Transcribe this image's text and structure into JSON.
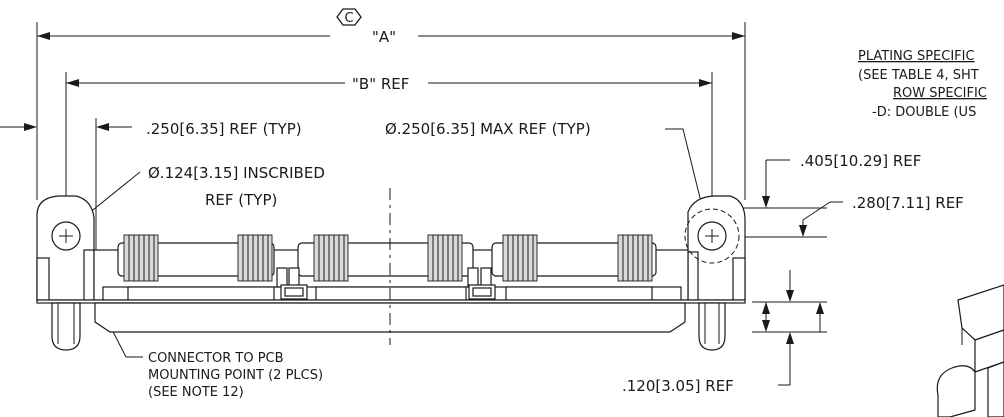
{
  "dimensions": {
    "datum_symbol": "C",
    "dim_a": "\"A\"",
    "dim_b": "\"B\" REF",
    "slot_width": ".250[6.35] REF (TYP)",
    "max_dia": "Ø.250[6.35] MAX REF (TYP)",
    "inscribed_line1": "Ø.124[3.15] INSCRIBED",
    "inscribed_line2": "REF (TYP)",
    "height_405": ".405[10.29] REF",
    "height_280": ".280[7.11] REF",
    "height_120": ".120[3.05] REF"
  },
  "notes": {
    "mount_line1": "CONNECTOR TO PCB",
    "mount_line2": "MOUNTING POINT (2 PLCS)",
    "mount_line3": "(SEE NOTE 12)",
    "plating_title": "PLATING SPECIFIC",
    "plating_ref": "(SEE TABLE 4, SHT",
    "row_title": "ROW SPECIFIC",
    "row_value": "-D: DOUBLE (US"
  }
}
